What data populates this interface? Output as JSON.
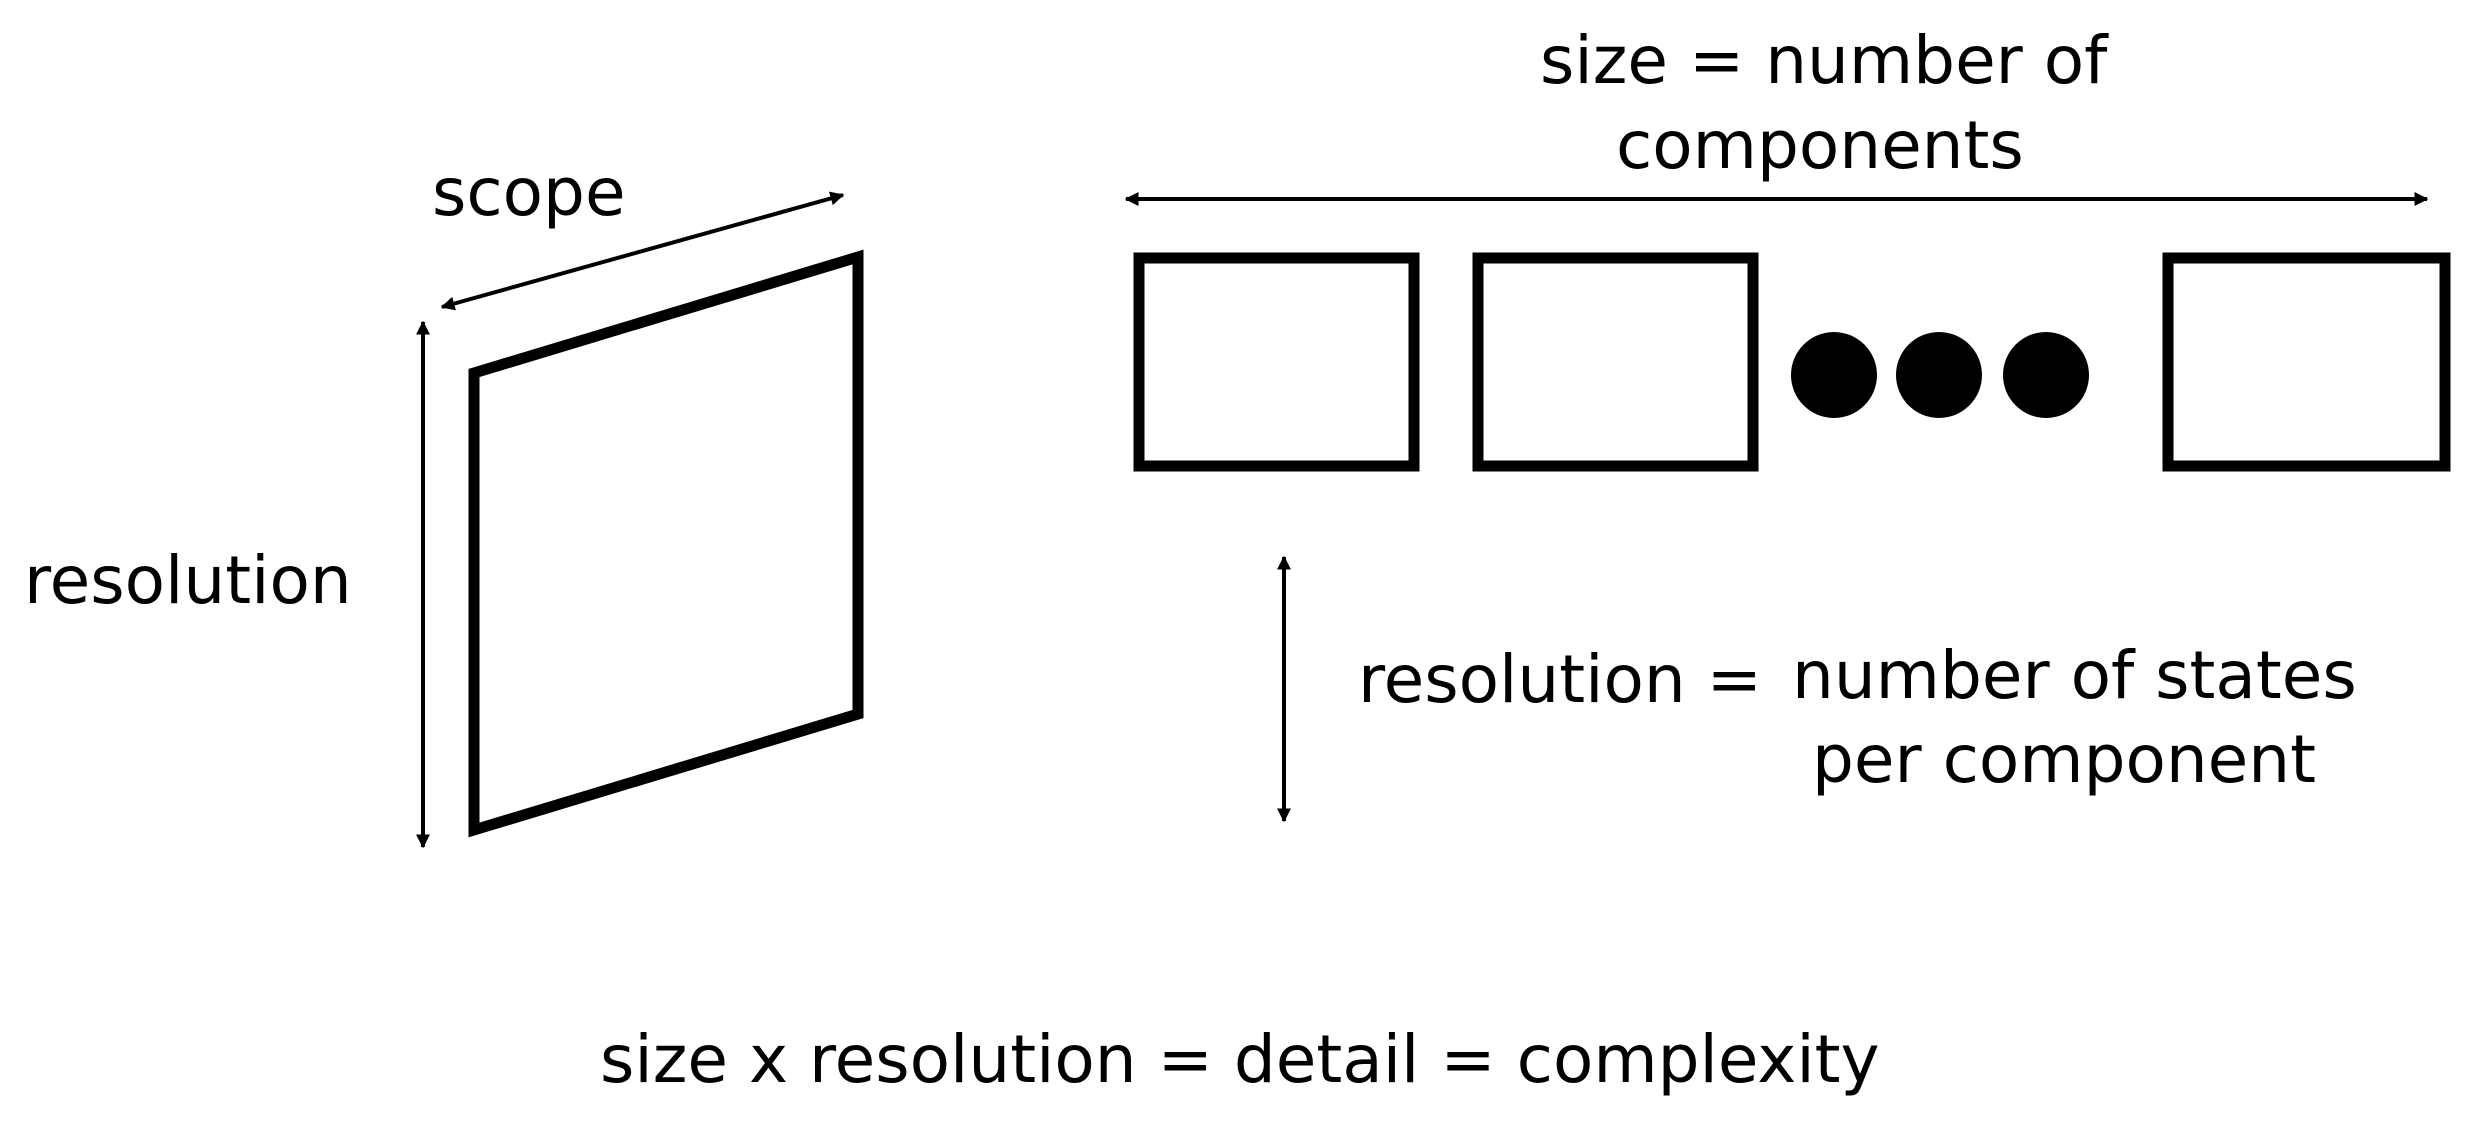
{
  "left_panel": {
    "scope_label": "scope",
    "resolution_label": "resolution"
  },
  "right_panel": {
    "size_line1": "size  = number of",
    "size_line2": "components",
    "resolution_eq": "resolution =",
    "resolution_def_line1": "number of states",
    "resolution_def_line2": "per component",
    "component_count_visible": 3,
    "ellipsis_dot_count": 3
  },
  "footer": {
    "equation": "size x resolution = detail = complexity"
  },
  "colors": {
    "ink": "#000000",
    "background": "#ffffff"
  }
}
